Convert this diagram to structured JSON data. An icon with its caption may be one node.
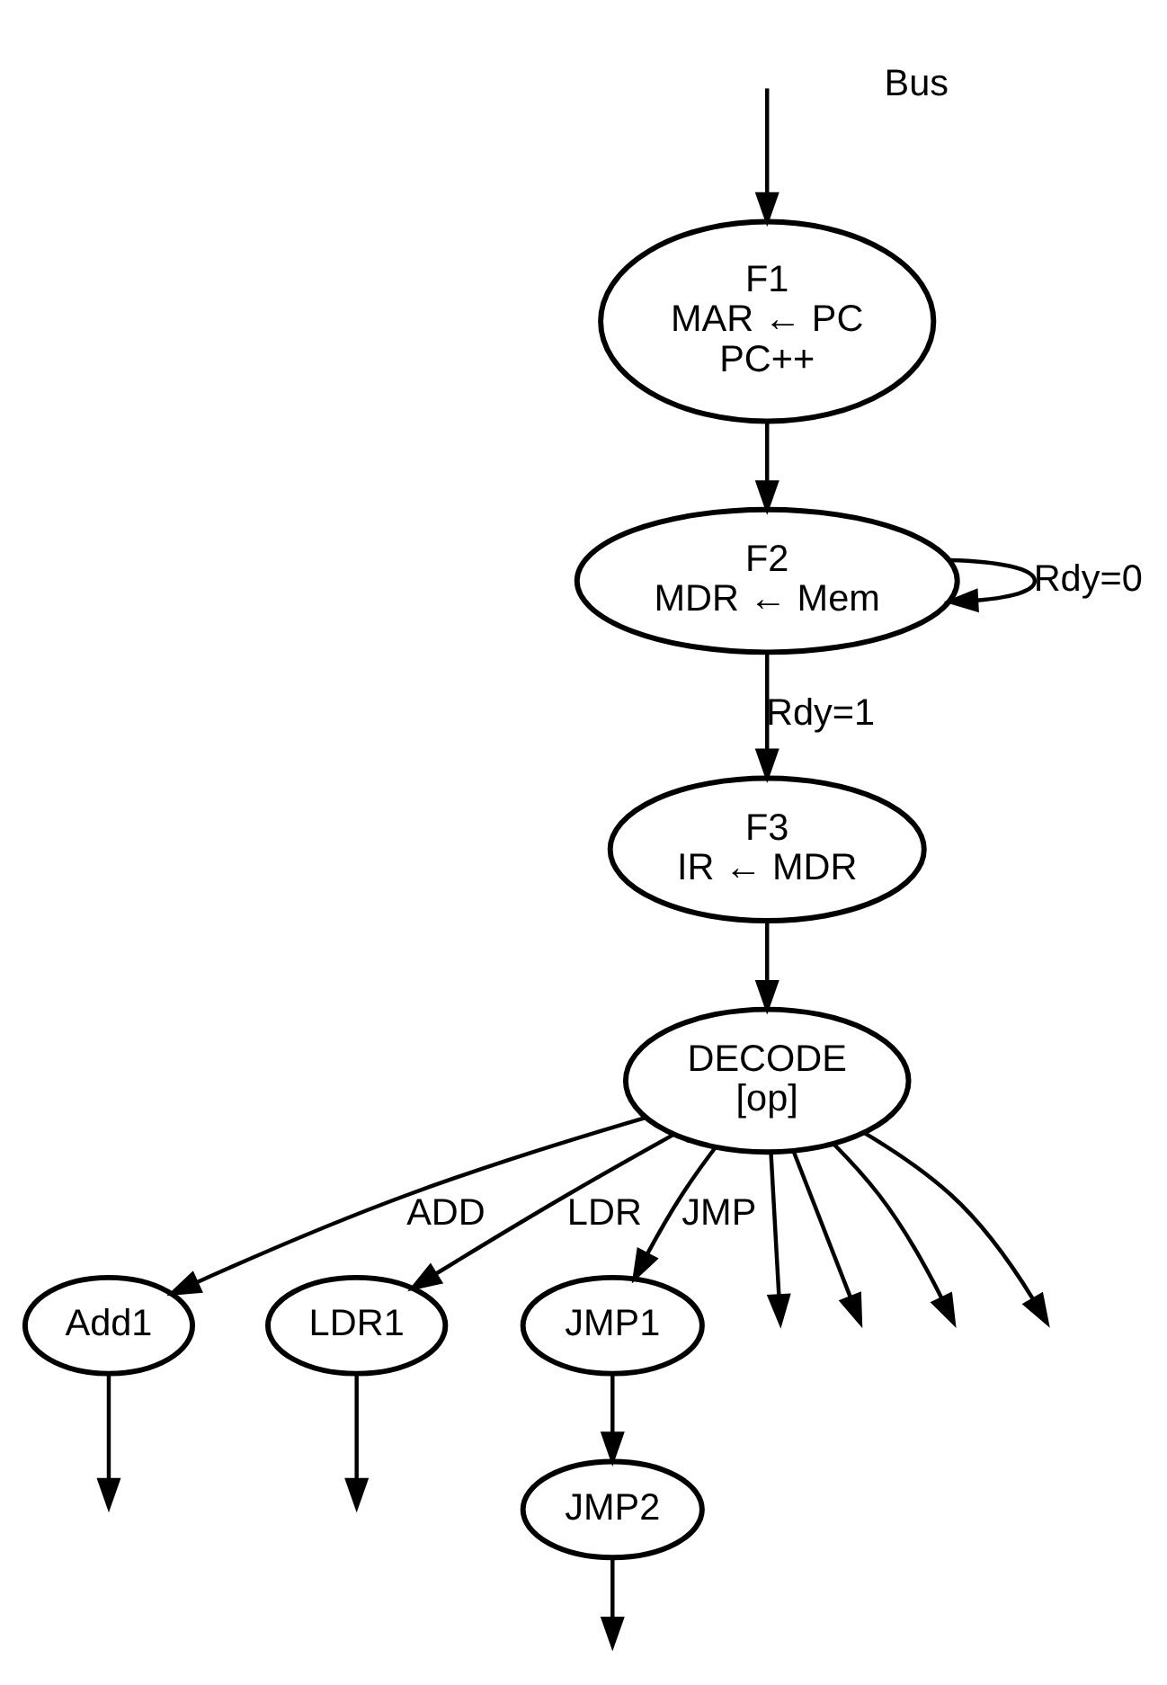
{
  "diagram": {
    "nodes": [
      {
        "text": [
          "F1",
          "MAR ← PC",
          "PC++"
        ]
      },
      {
        "text": [
          "F2",
          "MDR ← Mem"
        ]
      },
      {
        "text": [
          "F3",
          "IR ← MDR"
        ]
      },
      {
        "text": [
          "DECODE",
          "[op]"
        ]
      },
      {
        "text": [
          "Add1"
        ]
      },
      {
        "text": [
          "LDR1"
        ]
      },
      {
        "text": [
          "JMP1"
        ]
      },
      {
        "text": [
          "JMP2"
        ]
      }
    ],
    "edges": [
      {
        "from": null,
        "to": 0,
        "arrow": "to"
      },
      {
        "from": 0,
        "to": 1,
        "arrow": "to"
      },
      {
        "from": 1,
        "to": 1,
        "arrow": "to",
        "label": "Rdy=0"
      },
      {
        "from": 1,
        "to": 2,
        "arrow": "to",
        "label": "Rdy=1"
      },
      {
        "from": 2,
        "to": 3,
        "arrow": "to"
      },
      {
        "from": 3,
        "to": 4,
        "arrow": "to",
        "label": "ADD"
      },
      {
        "from": 3,
        "to": null,
        "arrow": "to"
      },
      {
        "from": 3,
        "to": null,
        "arrow": "to"
      },
      {
        "from": 3,
        "to": 5,
        "arrow": "to",
        "label": "LDR"
      },
      {
        "from": 3,
        "to": null,
        "arrow": "to"
      },
      {
        "from": 3,
        "to": null,
        "arrow": "to"
      },
      {
        "from": 3,
        "to": 6,
        "arrow": "to",
        "label": "JMP"
      },
      {
        "from": 6,
        "to": 7,
        "arrow": "to"
      },
      {
        "from": 4,
        "to": null,
        "arrow": "to"
      },
      {
        "from": 5,
        "to": null,
        "arrow": "to"
      },
      {
        "from": 7,
        "to": null,
        "arrow": "to"
      }
    ],
    "labels": [
      "Bus"
    ]
  }
}
